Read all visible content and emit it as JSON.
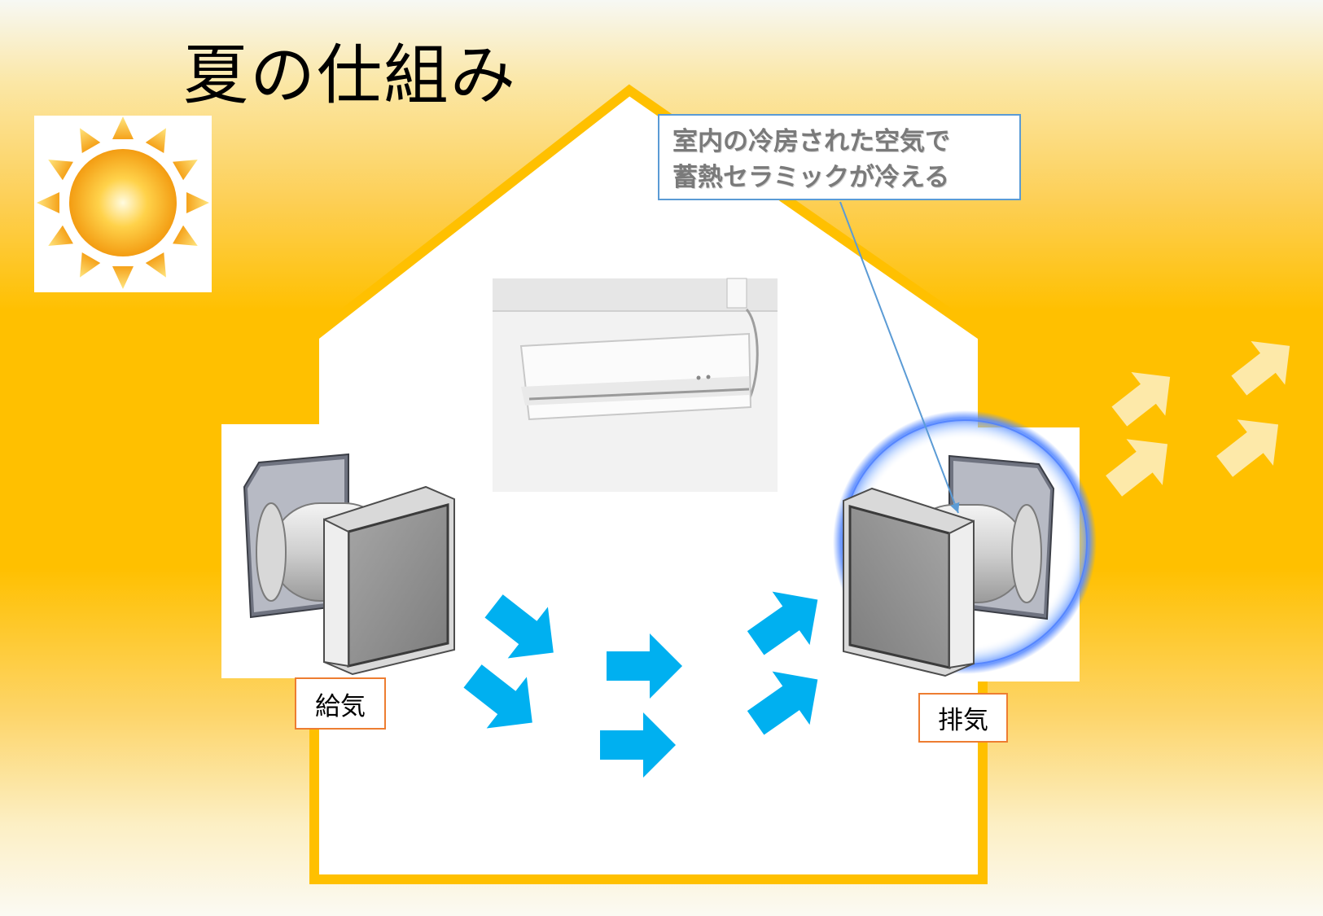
{
  "title": "夏の仕組み",
  "callout": {
    "line1": "室内の冷房された空気で",
    "line2": "蓄熱セラミックが冷える"
  },
  "labels": {
    "supply": "給気",
    "exhaust": "排気"
  },
  "icons": {
    "sun": "sun-icon",
    "air_conditioner": "air-conditioner",
    "ventilation_unit": "ventilation-unit",
    "airflow_arrow": "arrow-right"
  },
  "colors": {
    "background_accent": "#ffc000",
    "house_outline": "#ffc000",
    "indoor_airflow": "#00b0f0",
    "outdoor_airflow": "#fde9a9",
    "label_border": "#ed7d31",
    "callout_border": "#5b9bd5",
    "exhaust_glow": "#6fa8ff"
  }
}
